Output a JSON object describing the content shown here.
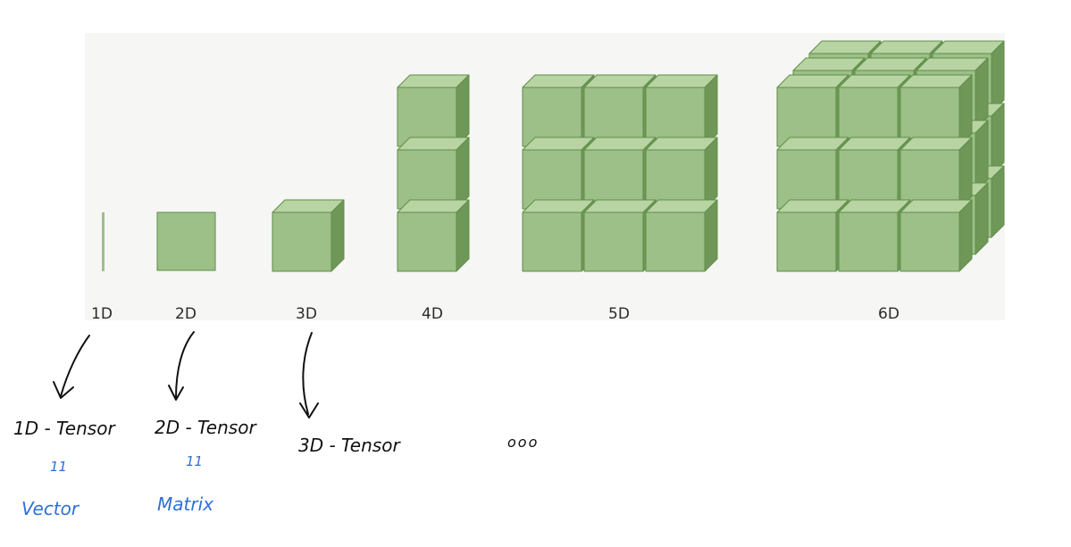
{
  "figure": {
    "dimension_labels": [
      "1D",
      "2D",
      "3D",
      "4D",
      "5D",
      "6D"
    ]
  },
  "annotations": {
    "tensor_labels": [
      "1D - Tensor",
      "2D - Tensor",
      "3D - Tensor"
    ],
    "ellipsis": "ooo",
    "equals_marks": [
      "11",
      "11"
    ],
    "aliases": [
      "Vector",
      "Matrix"
    ]
  },
  "colors": {
    "cube_front": "#9dbf88",
    "cube_top": "#b8d4a3",
    "cube_side": "#6f9858",
    "cube_edge": "#5f8e48",
    "background_panel": "#f6f6f4",
    "ink_black": "#111111",
    "ink_blue": "#2f6fd6"
  }
}
